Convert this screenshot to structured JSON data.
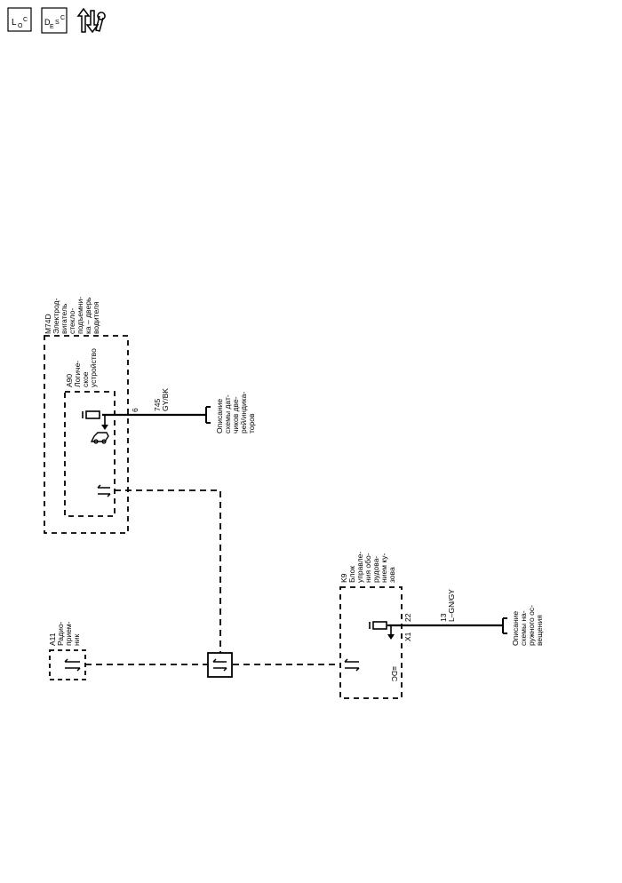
{
  "header_icons": [
    {
      "name": "loc-icon",
      "sym": "L",
      "sub": "O",
      "sub2": "C"
    },
    {
      "name": "desc-icon",
      "sym": "D",
      "sub": "E",
      "sub2": "S",
      "sub3": "C"
    },
    {
      "name": "diagnostic-icon",
      "icon": "arrows-wrench-icon"
    }
  ],
  "components": {
    "m74d": {
      "lines": [
        "M74D",
        "Электрод-",
        "вигатель",
        "стекло-",
        "подъемни-",
        "ка – дверь",
        "водителя"
      ]
    },
    "a90": {
      "lines": [
        "A90",
        "Логиче-",
        "ское",
        "устройство"
      ]
    },
    "a11": {
      "lines": [
        "A11",
        "Радио-",
        "прием-",
        "ник"
      ]
    },
    "k9": {
      "lines": [
        "K9",
        "Блок",
        "управле-",
        "ния обо-",
        "рудова-",
        "нием ку-",
        "зова"
      ]
    }
  },
  "wires": {
    "w1": {
      "pin": "6",
      "circuit": "745",
      "color": "GY/BK"
    },
    "w2": {
      "connector": "X1",
      "pin": "22",
      "circuit": "13",
      "color": "L–GN/GY"
    }
  },
  "references": {
    "ref1": {
      "lines": [
        "Описание",
        "схемы дат-",
        "чиков две-",
        "рей/индика-",
        "торов"
      ]
    },
    "ref2": {
      "lines": [
        "Описание",
        "схемы на-",
        "ружного ос-",
        "вещения"
      ]
    }
  },
  "k9_note": "≡DC"
}
